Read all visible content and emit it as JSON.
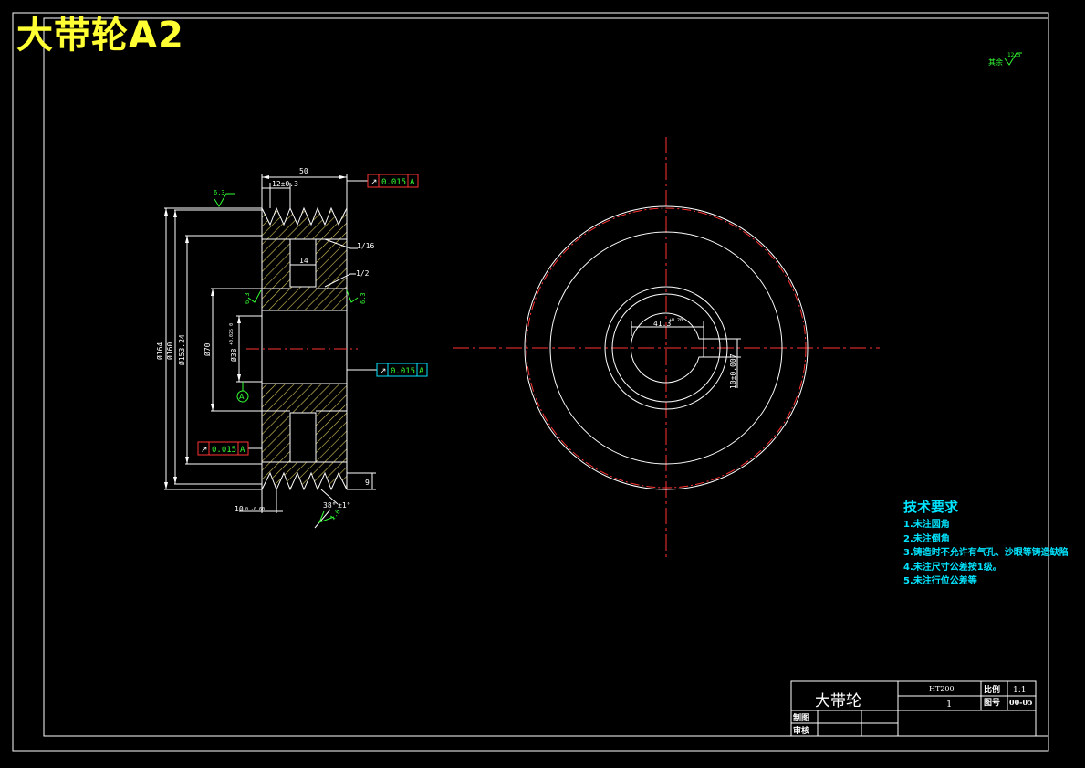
{
  "drawing": {
    "title": "大带轮A2",
    "roughness_note": "其余",
    "roughness_note_value": "12.5"
  },
  "colors": {
    "background": "#000000",
    "outline": "#ffffff",
    "centerline": "#ff3333",
    "dimension": "#ffffff",
    "roughness": "#33ff33",
    "tolerance": "#33ff33",
    "title": "#ffff33",
    "tech": "#00e5ff"
  },
  "section_view": {
    "dims": {
      "width_top": "50",
      "groove_pitch": "12±0.3",
      "outer_dia": "Ø164",
      "dia_160": "Ø160",
      "dia_153": "Ø153.24",
      "dia_70": "Ø70",
      "bore": "Ø38",
      "bore_tol": "+0.025 0",
      "hub_len": "14",
      "r_a": "1/16",
      "r_b": "1/2",
      "bottom_10": "10",
      "bottom_10_tol": "0 -0.60",
      "angle": "38°",
      "angle_tol": "±1°",
      "right_9": "9"
    },
    "roughness": [
      "6.3",
      "6.3",
      "6.3",
      "1.6"
    ],
    "tolerances": [
      {
        "symbol": "↗",
        "value": "0.015",
        "datum": "A"
      },
      {
        "symbol": "↗",
        "value": "0.015",
        "datum": "A"
      },
      {
        "symbol": "↗",
        "value": "0.015",
        "datum": "A"
      }
    ],
    "datum": "A"
  },
  "front_view": {
    "dims": {
      "keyway_depth": "41.3",
      "keyway_depth_tol": "+0.20",
      "keyway_width": "10±0.007"
    }
  },
  "technical_requirements": {
    "heading": "技术要求",
    "items": [
      "1.未注圆角",
      "2.未注倒角",
      "3.铸造时不允许有气孔、沙眼等铸造缺陷",
      "4.未注尺寸公差按1级。",
      "5.未注行位公差等"
    ]
  },
  "title_block": {
    "part_name": "大带轮",
    "material": "HT200",
    "scale_label": "比例",
    "scale": "1:1",
    "quantity": "1",
    "drawing_no_label": "图号",
    "drawing_no": "00-05",
    "drawn_by_label": "制图",
    "checked_by_label": "审核"
  }
}
